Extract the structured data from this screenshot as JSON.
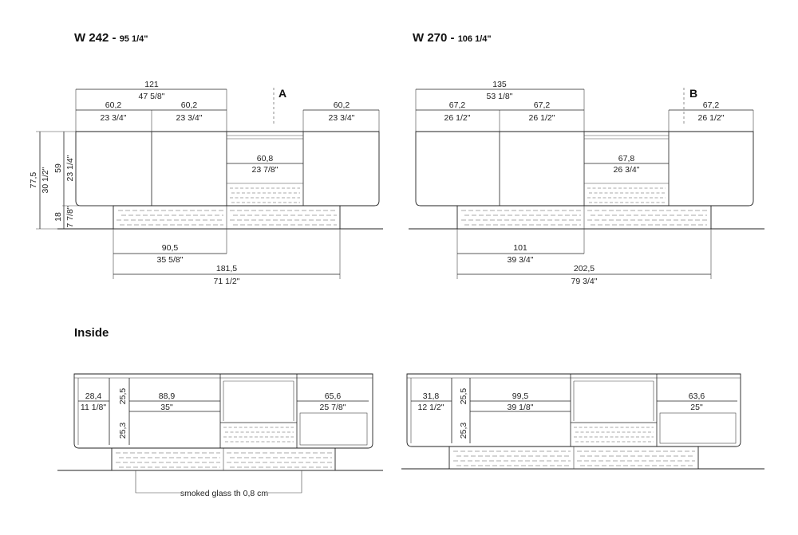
{
  "left": {
    "title_main": "W 242 - ",
    "title_sub": "95 1/4\"",
    "section_letter": "A",
    "dims": {
      "top_total_cm": "121",
      "top_total_in": "47 5/8\"",
      "door1_cm": "60,2",
      "door1_in": "23 3/4\"",
      "door2_cm": "60,2",
      "door2_in": "23 3/4\"",
      "right_cm": "60,2",
      "right_in": "23 3/4\"",
      "open_cm": "60,8",
      "open_in": "23 7/8\"",
      "height_total_cm": "77,5",
      "height_total_in": "30 1/2\"",
      "height_body_cm": "59",
      "height_body_in": "23 1/4\"",
      "height_base_cm": "18",
      "height_base_in": "7 7/8\"",
      "base_cm": "90,5",
      "base_in": "35 5/8\"",
      "bottom_total_cm": "181,5",
      "bottom_total_in": "71 1/2\""
    }
  },
  "right": {
    "title_main": "W 270 - ",
    "title_sub": "106 1/4\"",
    "section_letter": "B",
    "dims": {
      "top_total_cm": "135",
      "top_total_in": "53 1/8\"",
      "door1_cm": "67,2",
      "door1_in": "26 1/2\"",
      "door2_cm": "67,2",
      "door2_in": "26 1/2\"",
      "right_cm": "67,2",
      "right_in": "26 1/2\"",
      "open_cm": "67,8",
      "open_in": "26 3/4\"",
      "base_cm": "101",
      "base_in": "39 3/4\"",
      "bottom_total_cm": "202,5",
      "bottom_total_in": "79 3/4\""
    }
  },
  "inside": {
    "heading": "Inside",
    "left": {
      "col1_cm": "28,4",
      "col1_in": "11 1/8\"",
      "shelf_h_top": "25,5",
      "shelf_h_bottom": "25,3",
      "wide_cm": "88,9",
      "wide_in": "35\"",
      "right_cm": "65,6",
      "right_in": "25 7/8\""
    },
    "right": {
      "col1_cm": "31,8",
      "col1_in": "12 1/2\"",
      "shelf_h_top": "25,5",
      "shelf_h_bottom": "25,3",
      "wide_cm": "99,5",
      "wide_in": "39 1/8\"",
      "right_cm": "63,6",
      "right_in": "25\""
    },
    "glass_note": "smoked glass th 0,8 cm"
  }
}
